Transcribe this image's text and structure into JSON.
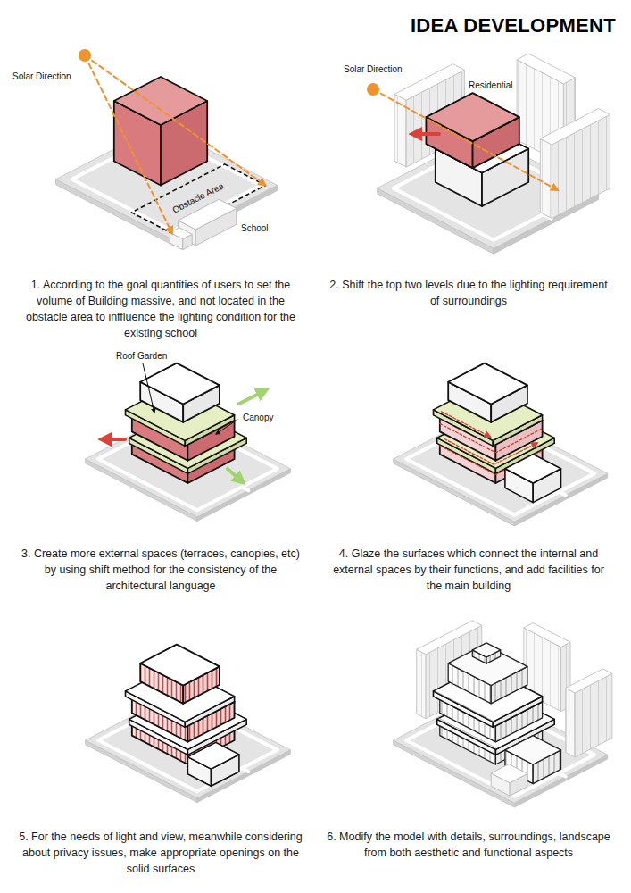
{
  "diagram": {
    "title": "IDEA DEVELOPMENT",
    "labels": [
      "Solar Direction",
      "Obstacle Area",
      "School",
      "1. According to the goal quantities of users to set the volume of Building massive, and not located in the obstacle area to inffluence the lighting condition for the existing school",
      "Solar Direction",
      "Residential",
      "2. Shift the top two levels due to the lighting requirement of surroundings",
      "Roof Garden",
      "Canopy",
      "3. Create more external spaces (terraces, canopies, etc) by using shift method for the consistency of the architectural language",
      "4. Glaze the surfaces which connect the internal and external spaces by their functions, and add facilities for the main building",
      "5. For the needs of light and view, meanwhile considering about privacy issues, make appropriate openings on the solid surfaces",
      "6. Modify the model with details, surroundings, landscape from both aesthetic and functional aspects"
    ]
  }
}
